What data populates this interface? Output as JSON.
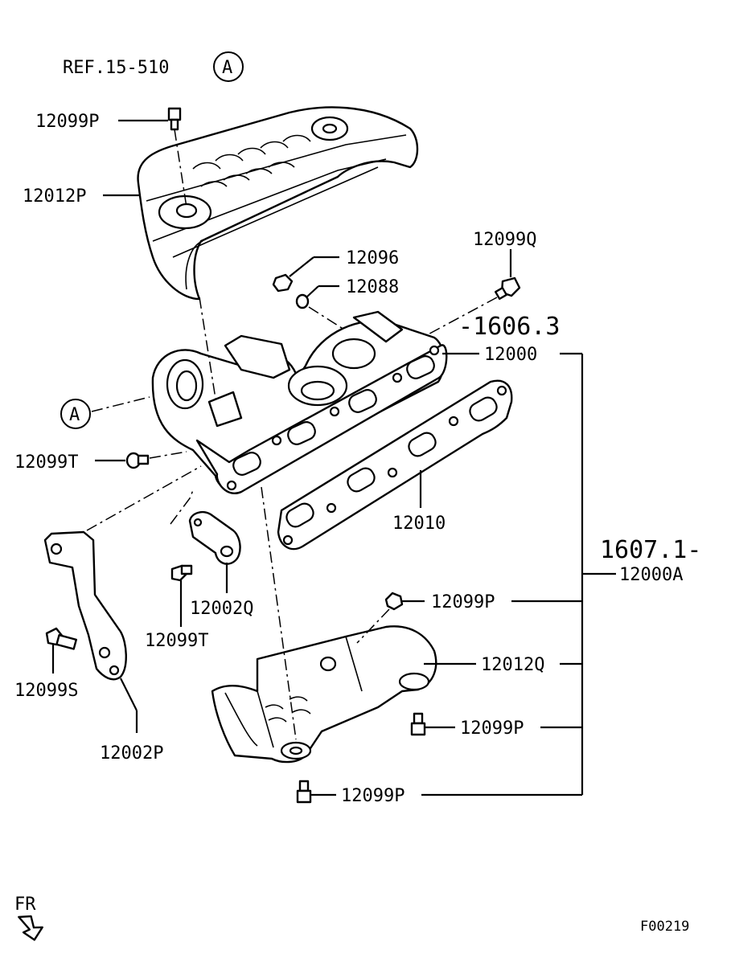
{
  "diagram": {
    "reference": "REF.15-510",
    "reference_marker": "A",
    "view_marker": "A",
    "figure_code": "F00219",
    "front_indicator": "FR",
    "group_codes": {
      "upper": "1606.3",
      "lower": "1607.1"
    },
    "parts": {
      "p_12099P_top": "12099P",
      "p_12012P": "12012P",
      "p_12096": "12096",
      "p_12088": "12088",
      "p_12099Q": "12099Q",
      "p_12000": "12000",
      "p_12099T_left": "12099T",
      "p_12010": "12010",
      "p_12000A": "12000A",
      "p_12002Q": "12002Q",
      "p_12099T_mid": "12099T",
      "p_12099P_1": "12099P",
      "p_12012Q": "12012Q",
      "p_12099S": "12099S",
      "p_12099P_2": "12099P",
      "p_12002P": "12002P",
      "p_12099P_3": "12099P"
    }
  }
}
